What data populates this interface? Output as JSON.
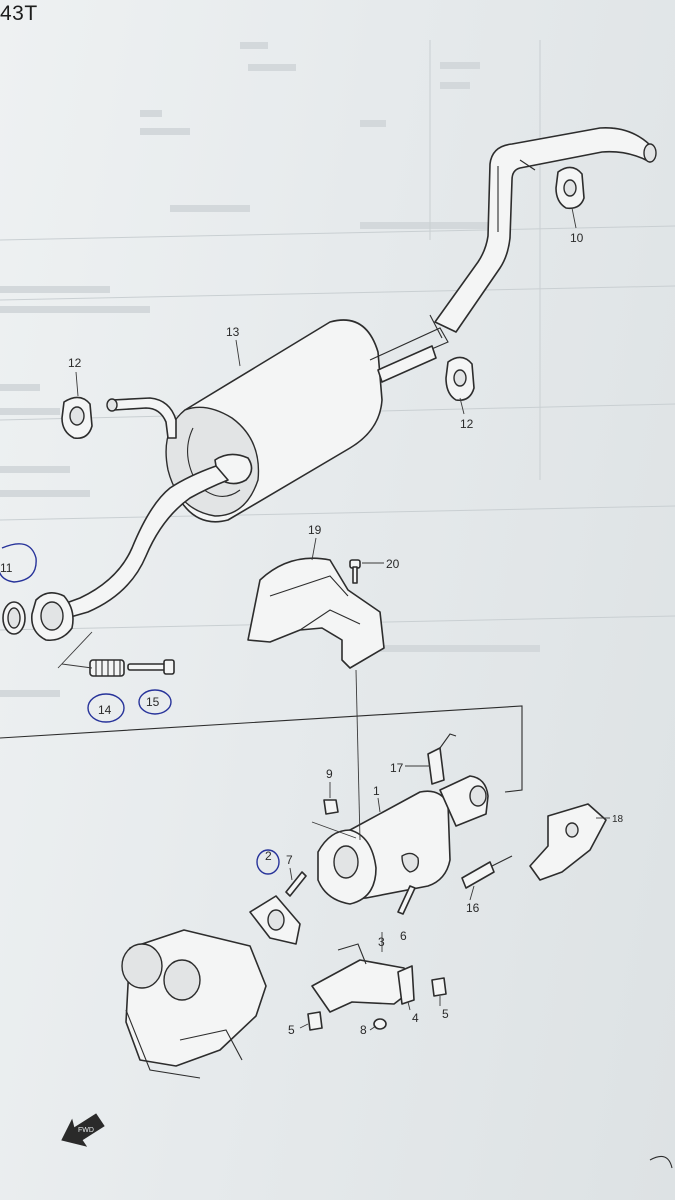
{
  "page": {
    "code": "43T",
    "arrow_label": "FWD"
  },
  "parts": [
    {
      "id": "p1",
      "label": "1"
    },
    {
      "id": "p2",
      "label": "2",
      "circled": true
    },
    {
      "id": "p3",
      "label": "3"
    },
    {
      "id": "p4",
      "label": "4"
    },
    {
      "id": "p5a",
      "label": "5"
    },
    {
      "id": "p5b",
      "label": "5"
    },
    {
      "id": "p6",
      "label": "6"
    },
    {
      "id": "p7",
      "label": "7"
    },
    {
      "id": "p8",
      "label": "8"
    },
    {
      "id": "p9",
      "label": "9"
    },
    {
      "id": "p10",
      "label": "10"
    },
    {
      "id": "p11",
      "label": "11",
      "circled": true
    },
    {
      "id": "p12a",
      "label": "12"
    },
    {
      "id": "p12b",
      "label": "12"
    },
    {
      "id": "p13",
      "label": "13"
    },
    {
      "id": "p14",
      "label": "14",
      "circled": true
    },
    {
      "id": "p15",
      "label": "15",
      "circled": true
    },
    {
      "id": "p16",
      "label": "16"
    },
    {
      "id": "p17",
      "label": "17"
    },
    {
      "id": "p18",
      "label": "18"
    },
    {
      "id": "p19",
      "label": "19"
    },
    {
      "id": "p20",
      "label": "20"
    }
  ],
  "colors": {
    "paper": "#e8ecee",
    "ink": "#2d2d2d",
    "pen_circle": "#27339a"
  }
}
